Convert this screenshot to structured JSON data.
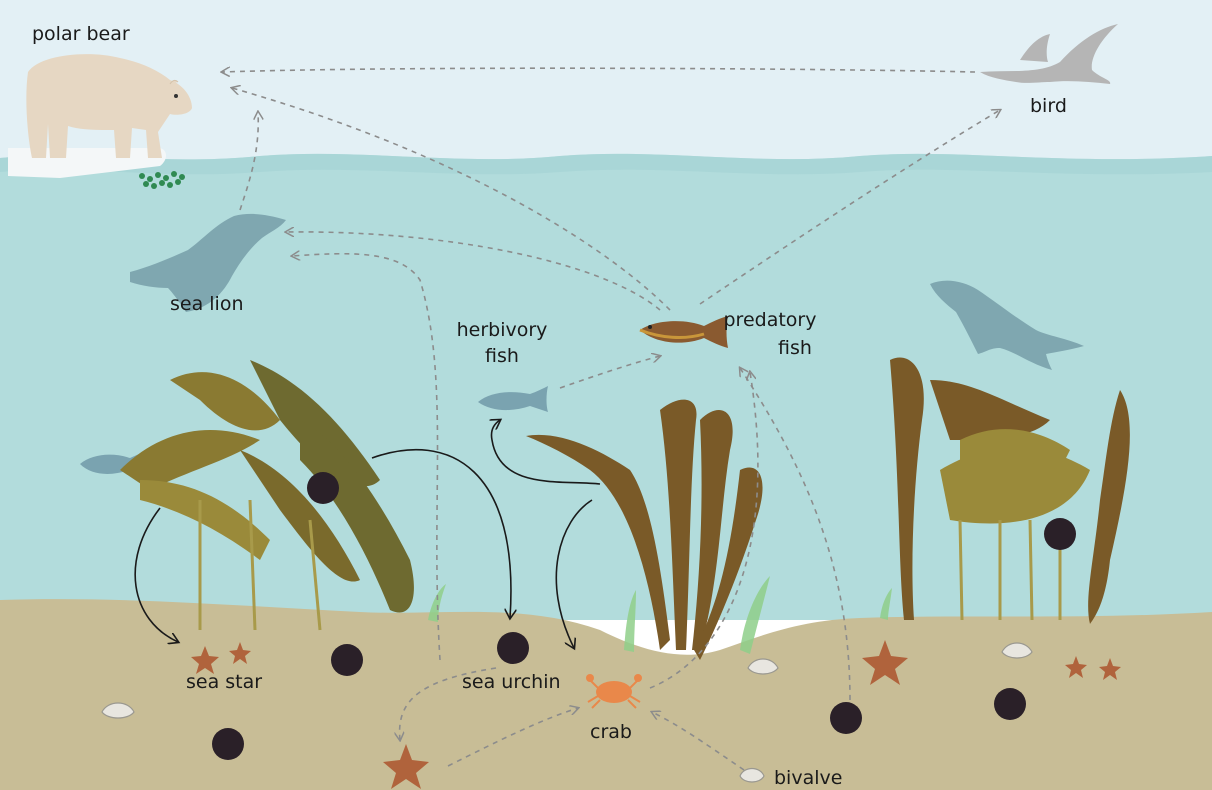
{
  "labels": {
    "polar_bear": "polar bear",
    "bird": "bird",
    "sea_lion": "sea lion",
    "herbivory_fish_line1": "herbivory",
    "herbivory_fish_line2": "fish",
    "predatory_fish_line1": "predatory",
    "predatory_fish_line2": "fish",
    "sea_star": "sea star",
    "sea_urchin": "sea urchin",
    "crab": "crab",
    "bivalve": "bivalve"
  },
  "colors": {
    "sky": "#e3f0f5",
    "water": "#b2dcdc",
    "water_surface": "#a6d4d6",
    "seafloor": "#c8bd96",
    "kelp_dark": "#7a5a28",
    "kelp_light": "#9a8a3a",
    "kelp_green": "#8a8a36",
    "seal": "#7fa7b0",
    "fish_blue": "#7aa3b0",
    "bird": "#b5b5b5",
    "polar_bear": "#e6d7c3",
    "urchin": "#2a2028",
    "sea_star": "#b0633c",
    "crab": "#e9884a",
    "bivalve": "#e8e6e0",
    "arrow_dashed": "#8c8c8c",
    "arrow_solid": "#1a1a1a"
  }
}
